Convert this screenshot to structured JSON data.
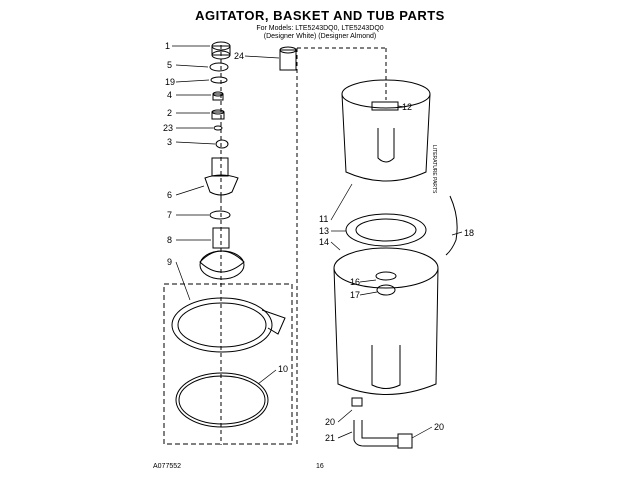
{
  "header": {
    "title": "AGITATOR, BASKET AND TUB PARTS",
    "models_line": "For Models: LTE5243DQ0, LTE5243DQ0",
    "variants_line": "(Designer White) (Designer Almond)"
  },
  "footer": {
    "drawing_code": "A077552",
    "page_number": "16"
  },
  "side_note": "LITERATURE PARTS",
  "callouts": [
    "1",
    "5",
    "19",
    "4",
    "2",
    "23",
    "3",
    "6",
    "7",
    "8",
    "9",
    "10",
    "24",
    "12",
    "11",
    "13",
    "14",
    "16",
    "17",
    "18",
    "20",
    "21",
    "20"
  ]
}
